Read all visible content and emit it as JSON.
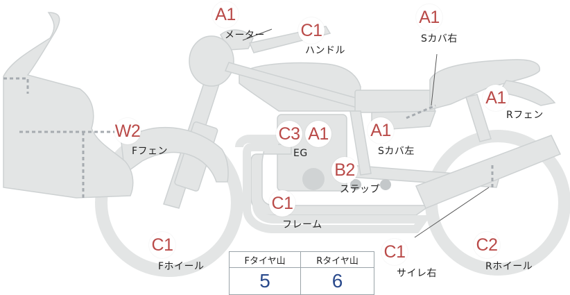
{
  "parts": {
    "meter": {
      "grade": "A1",
      "label": "メーター"
    },
    "handle": {
      "grade": "C1",
      "label": "ハンドル"
    },
    "side_cover_right": {
      "grade": "A1",
      "label": "Sカバ右"
    },
    "rear_fender": {
      "grade": "A1",
      "label": "Rフェン"
    },
    "front_fender": {
      "grade": "W2",
      "label": "Fフェン"
    },
    "engine": {
      "grades": [
        "C3",
        "A1"
      ],
      "label": "EG"
    },
    "side_cover_left": {
      "grade": "A1",
      "label": "Sカバ左"
    },
    "step": {
      "grade": "B2",
      "label": "ステップ"
    },
    "frame": {
      "grade": "C1",
      "label": "フレーム"
    },
    "front_wheel": {
      "grade": "C1",
      "label": "Fホイール"
    },
    "muffler_right": {
      "grade": "C1",
      "label": "サイレ右"
    },
    "rear_wheel": {
      "grade": "C2",
      "label": "Rホイール"
    }
  },
  "tread_table": {
    "front_header": "Fタイヤ山",
    "rear_header": "Rタイヤ山",
    "front_value": "5",
    "rear_value": "6"
  },
  "colors": {
    "part_fill": "#e3e5e5",
    "part_stroke": "#cdd1d2",
    "grade_red": "#b94a48",
    "value_blue": "#2a4a8c",
    "dash_gray": "#a6abb0"
  }
}
